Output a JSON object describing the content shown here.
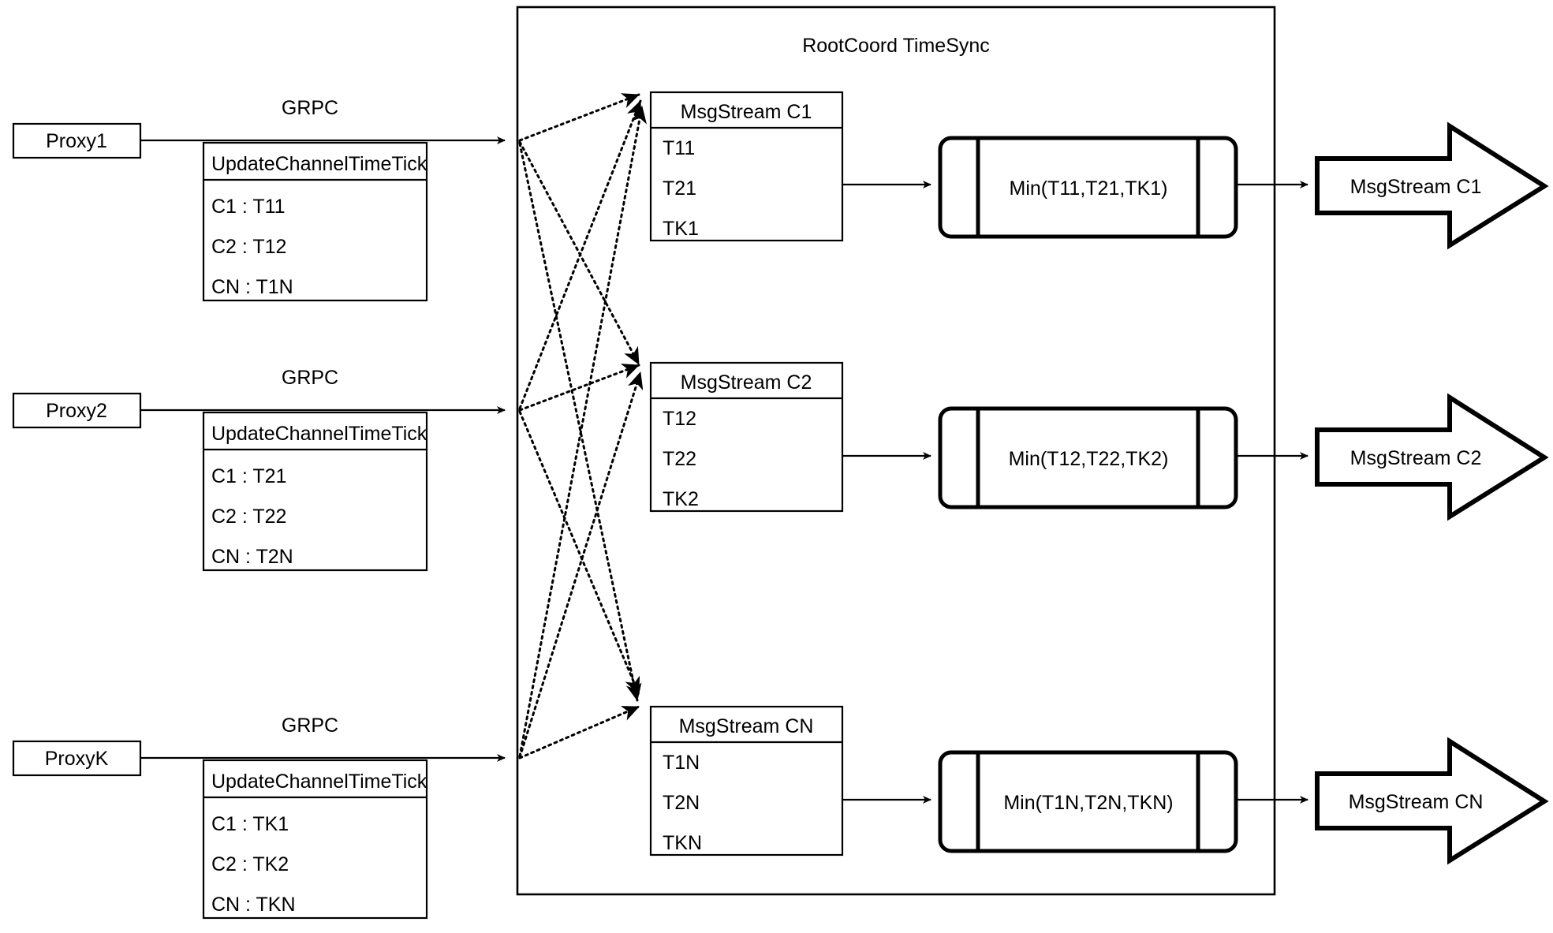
{
  "diagram": {
    "title": "RootCoord TimeSync",
    "container_label": "RootCoord TimeSync",
    "proxies": [
      {
        "name": "Proxy1",
        "link_label": "GRPC",
        "request": {
          "header": "UpdateChannelTimeTick",
          "rows": [
            "C1 :  T11",
            "C2 :  T12",
            "CN : T1N"
          ]
        }
      },
      {
        "name": "Proxy2",
        "link_label": "GRPC",
        "request": {
          "header": "UpdateChannelTimeTick",
          "rows": [
            "C1 :  T21",
            "C2 :  T22",
            "CN : T2N"
          ]
        }
      },
      {
        "name": "ProxyK",
        "link_label": "GRPC",
        "request": {
          "header": "UpdateChannelTimeTick",
          "rows": [
            "C1 :  TK1",
            "C2 :  TK2",
            "CN : TKN"
          ]
        }
      }
    ],
    "channels": [
      {
        "stream_header": "MsgStream C1",
        "stream_rows": [
          "T11",
          "T21",
          "TK1"
        ],
        "min_label": "Min(T11,T21,TK1)",
        "output_label": "MsgStream C1"
      },
      {
        "stream_header": "MsgStream C2",
        "stream_rows": [
          "T12",
          "T22",
          "TK2"
        ],
        "min_label": "Min(T12,T22,TK2)",
        "output_label": "MsgStream C2"
      },
      {
        "stream_header": "MsgStream CN",
        "stream_rows": [
          "T1N",
          "T2N",
          "TKN"
        ],
        "min_label": "Min(T1N,T2N,TKN)",
        "output_label": "MsgStream CN"
      }
    ],
    "colors": {
      "stroke": "#000000",
      "fill": "#ffffff"
    }
  }
}
